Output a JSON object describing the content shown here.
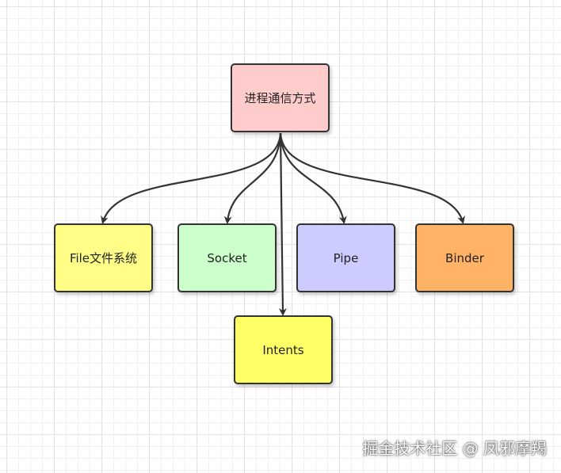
{
  "diagram": {
    "nodes": [
      {
        "id": "root",
        "label": "进程通信方式",
        "color": "#ffcccc"
      },
      {
        "id": "file",
        "label": "File文件系统",
        "color": "#ffff88"
      },
      {
        "id": "socket",
        "label": "Socket",
        "color": "#ccffcc"
      },
      {
        "id": "pipe",
        "label": "Pipe",
        "color": "#ccccff"
      },
      {
        "id": "binder",
        "label": "Binder",
        "color": "#ffb366"
      },
      {
        "id": "intents",
        "label": "Intents",
        "color": "#ffff66"
      }
    ],
    "edges": [
      {
        "from": "root",
        "to": "file"
      },
      {
        "from": "root",
        "to": "socket"
      },
      {
        "from": "root",
        "to": "intents"
      },
      {
        "from": "root",
        "to": "pipe"
      },
      {
        "from": "root",
        "to": "binder"
      }
    ],
    "edge_color": "#333333",
    "border_color": "#333333"
  },
  "watermark": "掘金技术社区 @ 凤邪摩羯"
}
